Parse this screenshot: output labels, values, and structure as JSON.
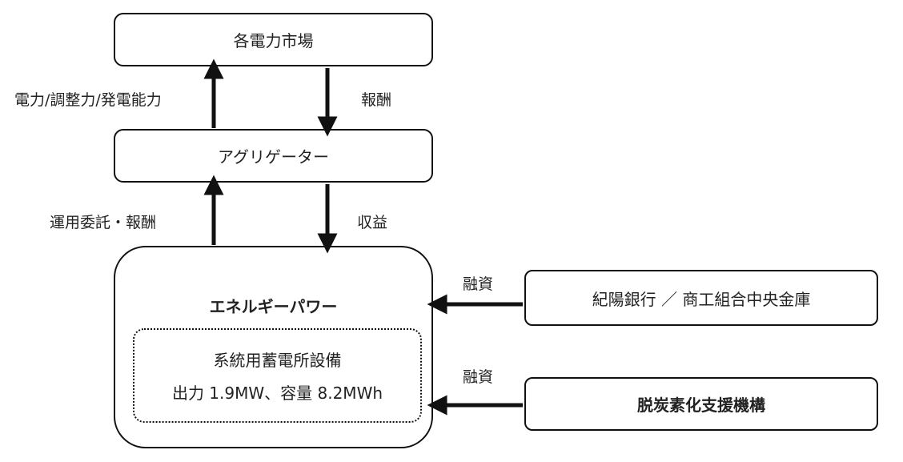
{
  "market": "各電力市場",
  "aggregator": "アグリゲーター",
  "company": "エネルギーパワー",
  "facility": {
    "name": "系統用蓄電所設備",
    "spec": "出力 1.9MW、容量 8.2MWh"
  },
  "bank": "紀陽銀行 ／ 商工組合中央金庫",
  "fund": "脱炭素化支援機構",
  "flows": {
    "to_market": "電力/調整力/発電能力",
    "from_market": "報酬",
    "to_aggregator": "運用委託・報酬",
    "from_aggregator": "収益",
    "loan1": "融資",
    "loan2": "融資"
  }
}
